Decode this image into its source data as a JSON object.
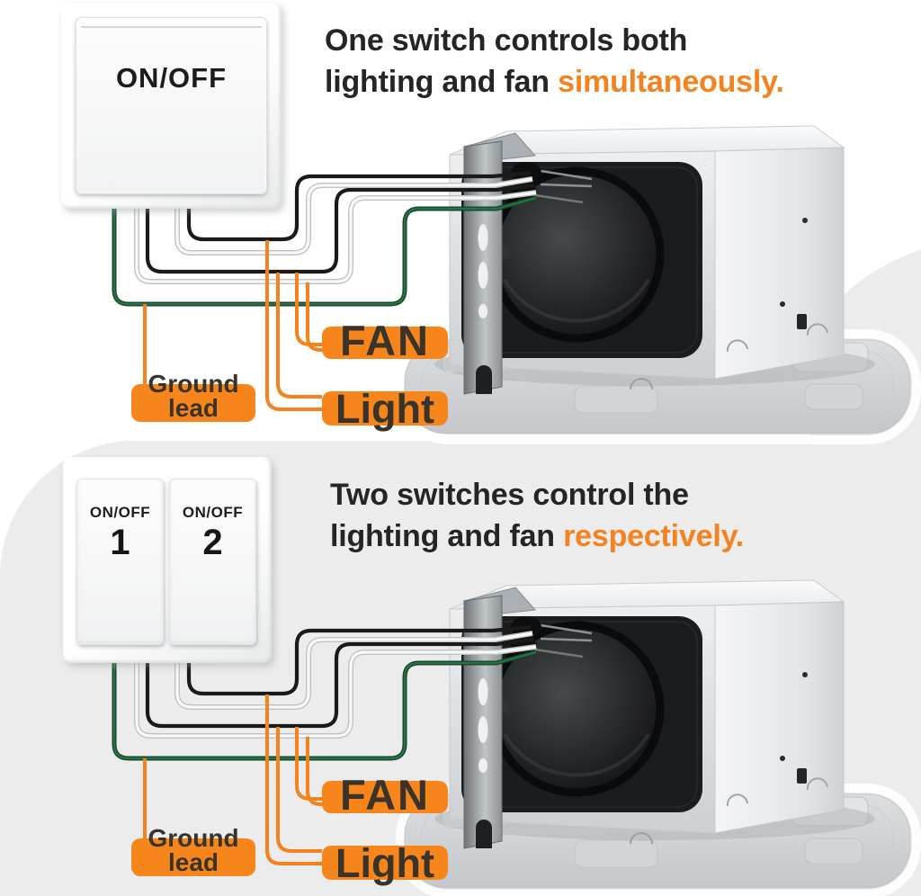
{
  "colors": {
    "accent_orange": "#F5831D",
    "panel_gray": "#ECECEC",
    "label_bg": "#F6861C",
    "label_text": "#3A332A",
    "wire_green": "#1E5A38",
    "wire_black": "#1A1A1A",
    "wire_white": "#F7F8F8"
  },
  "sections": [
    {
      "heading": {
        "line1": "One switch controls both",
        "line2_prefix": "lighting and fan ",
        "line2_accent": "simultaneously."
      },
      "switch": {
        "type": "single-rocker",
        "rockers": [
          {
            "label": "ON/OFF"
          }
        ]
      },
      "wire_labels": {
        "fan": "FAN",
        "light": "Light",
        "ground_line1": "Ground",
        "ground_line2": "lead"
      }
    },
    {
      "heading": {
        "line1": "Two switches control the",
        "line2_prefix": "lighting and fan ",
        "line2_accent": "respectively."
      },
      "switch": {
        "type": "double-rocker",
        "rockers": [
          {
            "label": "ON/OFF",
            "number": "1"
          },
          {
            "label": "ON/OFF",
            "number": "2"
          }
        ]
      },
      "wire_labels": {
        "fan": "FAN",
        "light": "Light",
        "ground_line1": "Ground",
        "ground_line2": "lead"
      }
    }
  ]
}
